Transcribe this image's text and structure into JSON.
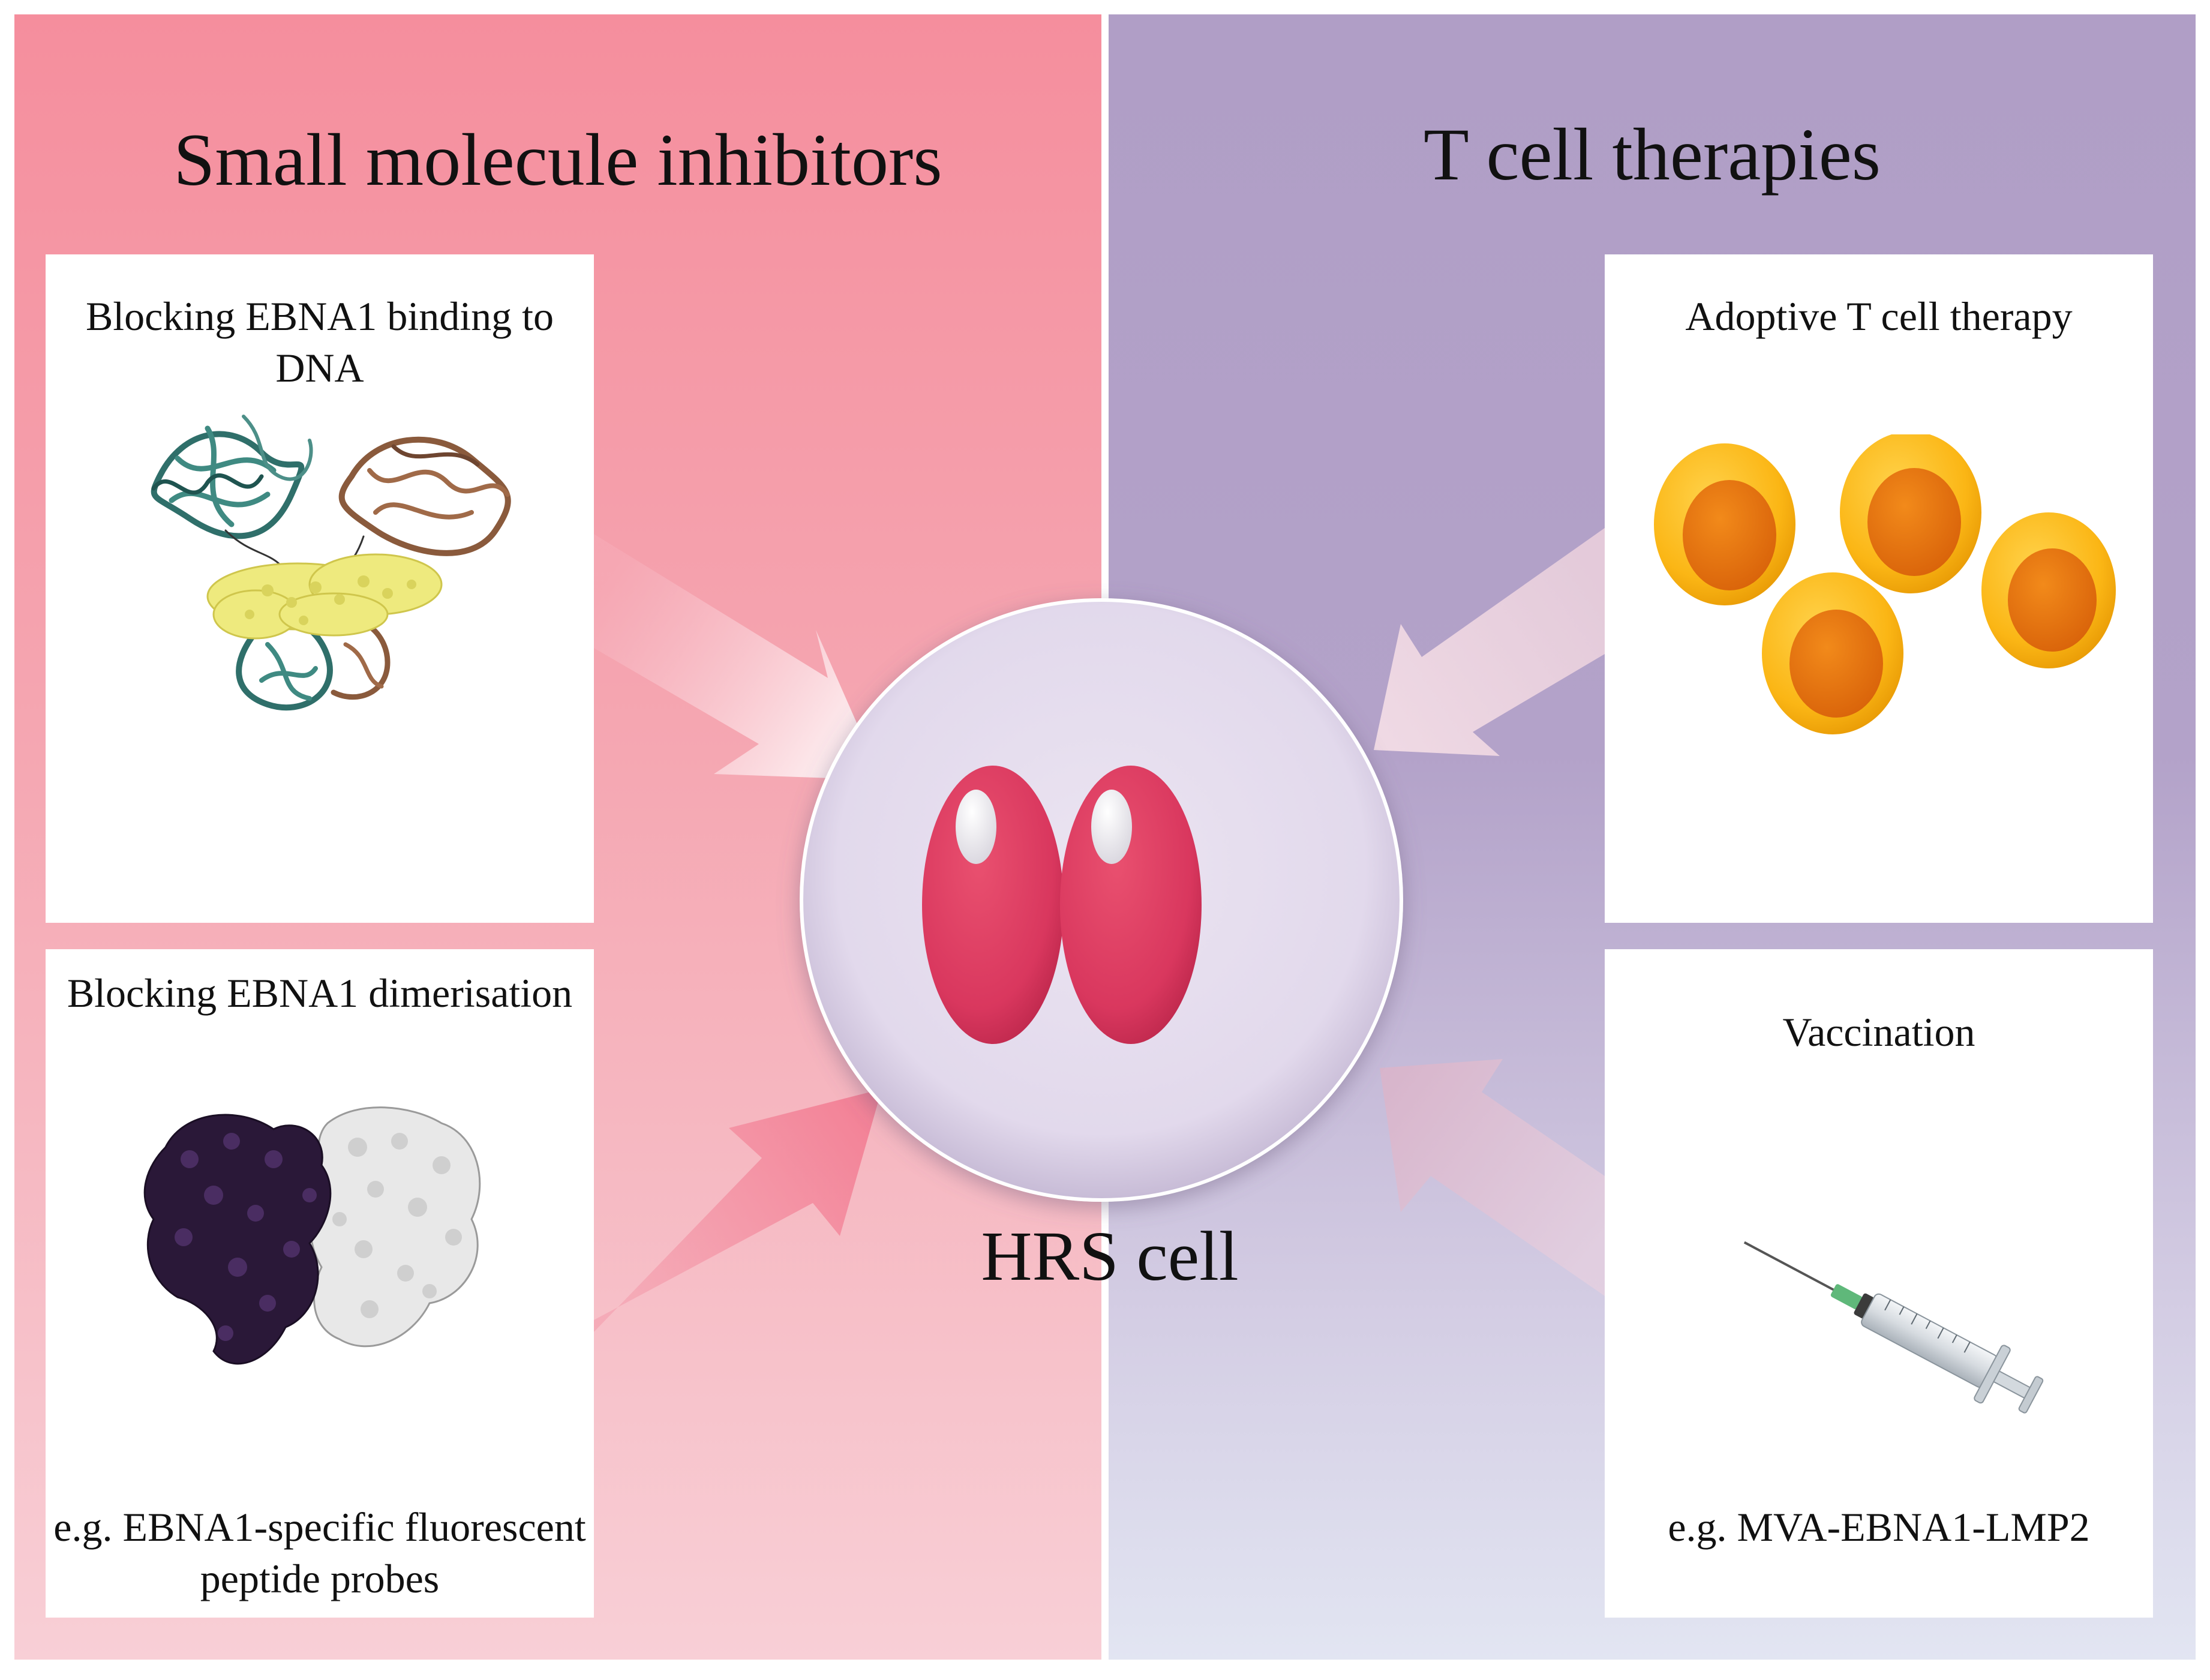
{
  "left_section": {
    "title": "Small molecule inhibitors",
    "top_box": {
      "label": "Blocking EBNA1 binding to DNA"
    },
    "bottom_box": {
      "label": "Blocking EBNA1 dimerisation",
      "caption": "e.g. EBNA1-specific fluorescent peptide probes"
    }
  },
  "right_section": {
    "title": "T cell therapies",
    "top_box": {
      "label": "Adoptive T cell therapy"
    },
    "bottom_box": {
      "label": "Vaccination",
      "caption": "e.g. MVA-EBNA1-LMP2"
    }
  },
  "center": {
    "label": "HRS cell"
  },
  "colors": {
    "left_panel": "#f58e9d",
    "right_panel": "#b09ec6",
    "nucleus": "#d9375e",
    "t_cell_outer": "#fbb615",
    "t_cell_nucleus": "#e8720c"
  },
  "icons": {
    "dna_binding_structure": "protein-dna-complex-icon",
    "dimer_structure": "protein-dimer-surface-icon",
    "t_cells": "t-cell-icon",
    "syringe": "syringe-icon",
    "hrs_cell": "binucleated-cell-icon"
  }
}
